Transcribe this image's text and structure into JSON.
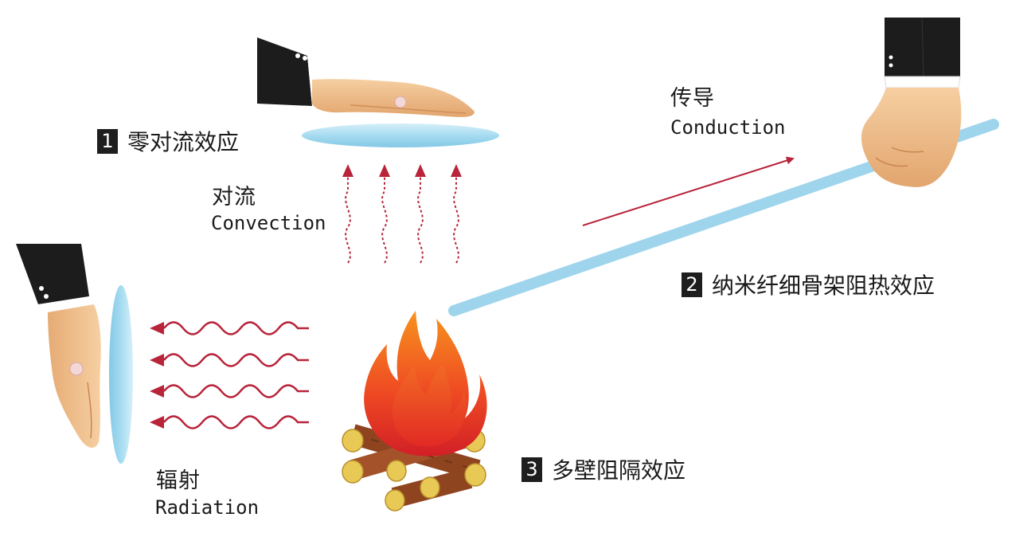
{
  "labels": {
    "convection_cn": "对流",
    "convection_en": "Convection",
    "conduction_cn": "传导",
    "conduction_en": "Conduction",
    "radiation_cn": "辐射",
    "radiation_en": "Radiation"
  },
  "effects": [
    {
      "number": "1",
      "text": "零对流效应"
    },
    {
      "number": "2",
      "text": "纳米纤细骨架阻热效应"
    },
    {
      "number": "3",
      "text": "多壁阻隔效应"
    }
  ],
  "icons": {
    "top_hand": "hand-icon",
    "right_fist": "fist-icon",
    "left_hand": "hand-icon",
    "fire": "fire-icon",
    "logs": "firewood-icon",
    "rod": "aerogel-rod"
  },
  "colors": {
    "panel_blue": "#a9dbef",
    "arrow_red": "#b8243a",
    "skin": "#f0bf8c",
    "sleeve": "#1c1c1c",
    "flame_outer": "#f26a1c",
    "flame_inner": "#e03122",
    "log_brown": "#9a4b22",
    "log_end": "#e9c955"
  }
}
